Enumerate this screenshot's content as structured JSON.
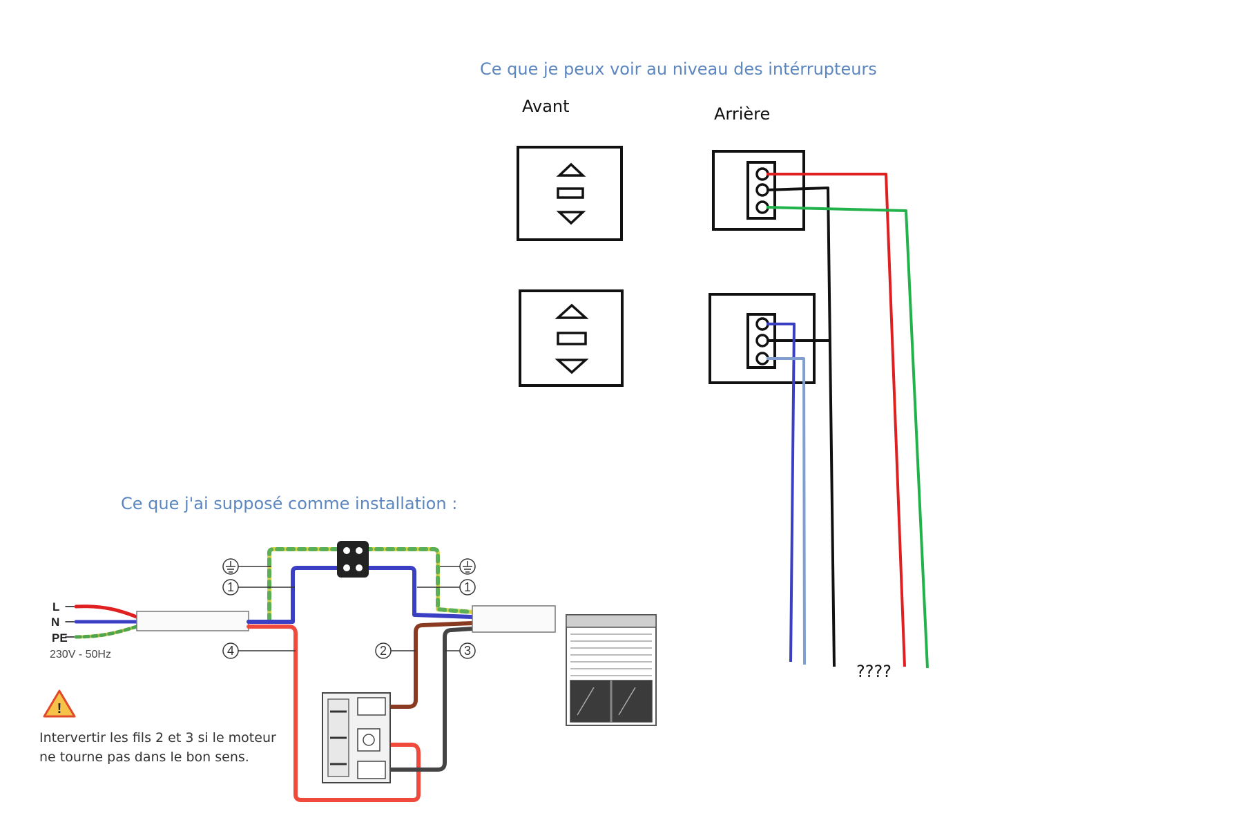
{
  "title_top": "Ce que je peux voir au niveau des intérrupteurs",
  "label_front": "Avant",
  "label_back": "Arrière",
  "unknown_label": "????",
  "title_bottom": "Ce que j'ai supposé comme installation :",
  "supply": {
    "L": "L",
    "N": "N",
    "PE": "PE",
    "rating": "230V - 50Hz"
  },
  "callouts": {
    "one": "1",
    "two": "2",
    "three": "3",
    "four": "4",
    "warning_icon": "!"
  },
  "note_line1": "Intervertir les fils 2 et 3 si le moteur",
  "note_line2": "ne tourne pas dans le bon sens.",
  "colors": {
    "red": "#e02020",
    "black": "#111111",
    "green": "#22b24c",
    "blue": "#3a3fc4",
    "light_blue": "#7f9fd0",
    "brown": "#8b3a22",
    "earth_yellow": "#d8d24a",
    "heading": "#5b86c0"
  },
  "icons": [
    "arrow-up-icon",
    "stop-icon",
    "arrow-down-icon",
    "earth-icon",
    "warning-icon",
    "roller-shutter-icon",
    "junction-box-icon"
  ]
}
